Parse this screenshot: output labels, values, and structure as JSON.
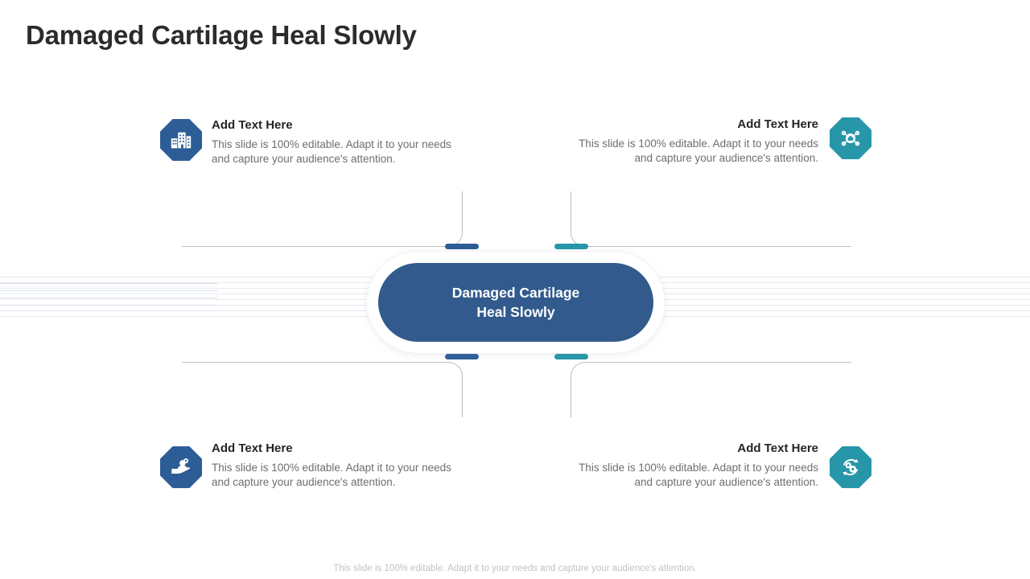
{
  "slide": {
    "title": "Damaged Cartilage Heal Slowly",
    "footer_note": "This slide is 100% editable. Adapt it to your needs and capture your audience's attention."
  },
  "center_node": {
    "label": "Damaged Cartilage\nHeal Slowly",
    "background_color": "#325a8c",
    "text_color": "#ffffff"
  },
  "colors": {
    "blue": "#2d5d96",
    "teal": "#2796a8",
    "title_text": "#2b2b2b",
    "body_text": "#6e6e6e",
    "connector_line": "#b9bcc2",
    "footer_text": "#c2c2c2"
  },
  "branches": [
    {
      "position": "top-left",
      "title": "Add  Text Here",
      "body": "This slide is 100% editable.  Adapt it to your needs and capture your audience's attention.",
      "icon": "office-building-icon",
      "icon_color": "#2d5d96",
      "marker_color": "#2d5d96"
    },
    {
      "position": "top-right",
      "title": "Add  Text Here",
      "body": "This slide is 100% editable.  Adapt it to your needs and capture your audience's attention.",
      "icon": "network-hub-briefcase-icon",
      "icon_color": "#2796a8",
      "marker_color": "#2796a8"
    },
    {
      "position": "bottom-left",
      "title": "Add  Text Here",
      "body": "This slide is 100% editable.  Adapt it to your needs and capture your audience's attention.",
      "icon": "hand-holding-person-gear-icon",
      "icon_color": "#2d5d96",
      "marker_color": "#2d5d96"
    },
    {
      "position": "bottom-right",
      "title": "Add  Text Here",
      "body": "This slide is 100% editable.  Adapt it to your needs and capture your audience's attention.",
      "icon": "gears-cycle-arrows-icon",
      "icon_color": "#2796a8",
      "marker_color": "#2796a8"
    }
  ]
}
